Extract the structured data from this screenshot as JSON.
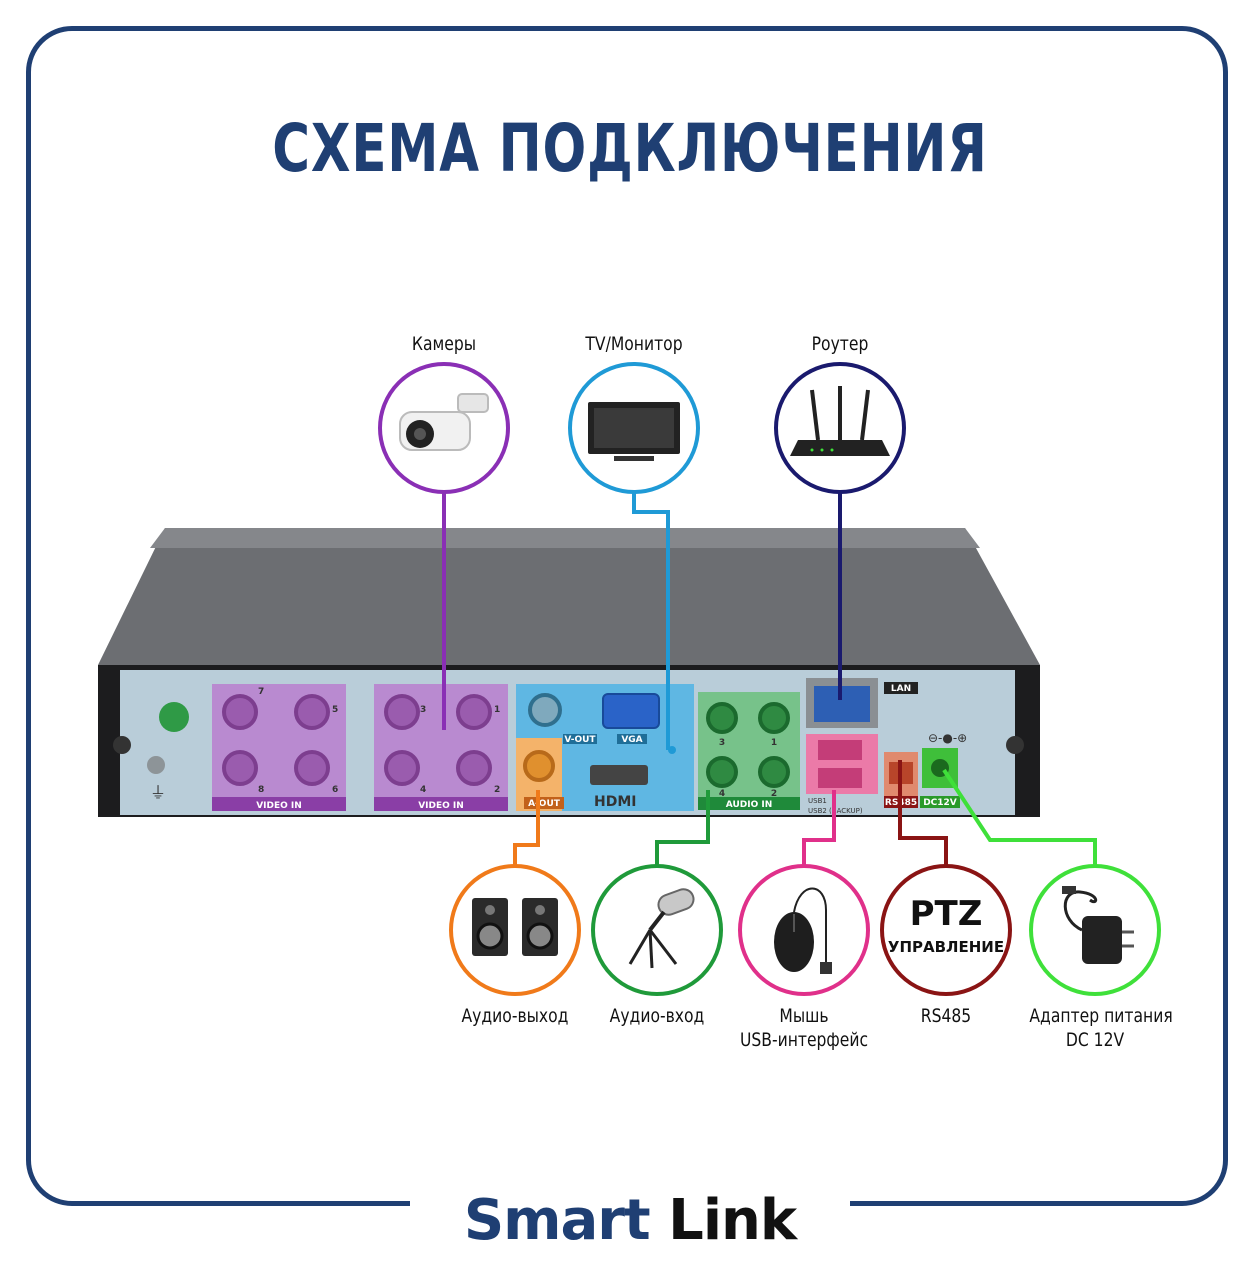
{
  "title": "СХЕМА ПОДКЛЮЧЕНИЯ",
  "brand": {
    "word1": "Smart",
    "word2": "Link"
  },
  "top_devices": [
    {
      "label": "Камеры",
      "color": "#8a2fb5"
    },
    {
      "label": "TV/Монитор",
      "color": "#1f9ad6"
    },
    {
      "label": "Роутер",
      "color": "#1a1a6e"
    }
  ],
  "bottom_devices": [
    {
      "label": "Аудио-выход",
      "color": "#f07a1a"
    },
    {
      "label": "Аудио-вход",
      "color": "#1f9a3a"
    },
    {
      "label_line1": "Мышь",
      "label_line2": "USB-интерфейс",
      "color": "#e0308a"
    },
    {
      "label": "RS485",
      "color": "#8a1414"
    },
    {
      "label_line1": "Адаптер питания",
      "label_line2": "DC 12V",
      "color": "#3fe03a"
    }
  ],
  "ptz": {
    "line1": "PTZ",
    "line2": "УПРАВЛЕНИЕ"
  },
  "ports": {
    "video_in": "VIDEO IN",
    "v_out": "V-OUT",
    "vga": "VGA",
    "a_out": "A-OUT",
    "hdmi": "HDMI",
    "audio_in": "AUDIO IN",
    "lan": "LAN",
    "rs485": "RS485",
    "dc12v": "DC12V",
    "usb1": "USB1",
    "usb2": "USB2 (BACKUP)",
    "ch_left": [
      "7",
      "5",
      "8",
      "6"
    ],
    "ch_right": [
      "3",
      "1",
      "4",
      "2"
    ],
    "audio_ch": [
      "3",
      "1",
      "4",
      "2"
    ]
  }
}
